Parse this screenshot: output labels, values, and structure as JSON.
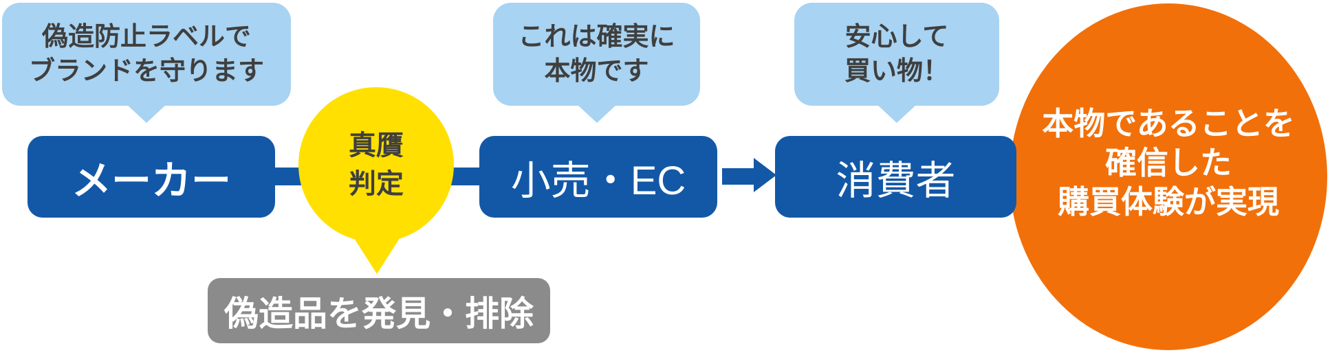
{
  "diagram": {
    "bubbles": [
      {
        "lines": [
          "偽造防止ラベルで",
          "ブランドを守ります"
        ]
      },
      {
        "lines": [
          "これは確実に",
          "本物です"
        ]
      },
      {
        "lines": [
          "安心して",
          "買い物！"
        ]
      }
    ],
    "nodes": [
      {
        "label": "メーカー"
      },
      {
        "label": "小売・EC"
      },
      {
        "label": "消費者"
      }
    ],
    "judgment": {
      "lines": [
        "真贋",
        "判定"
      ]
    },
    "counterfeit_note": "偽造品を発見・排除",
    "outcome": {
      "lines": [
        "本物であることを",
        "確信した",
        "購買体験が実現"
      ]
    }
  },
  "colors": {
    "light_blue": "#A8D3F2",
    "dark_blue": "#1358A7",
    "yellow": "#FFE000",
    "orange": "#F2700A",
    "gray": "#8B8B8B",
    "text_dark": "#3F3F3F",
    "text_light": "#FFFFFF"
  }
}
